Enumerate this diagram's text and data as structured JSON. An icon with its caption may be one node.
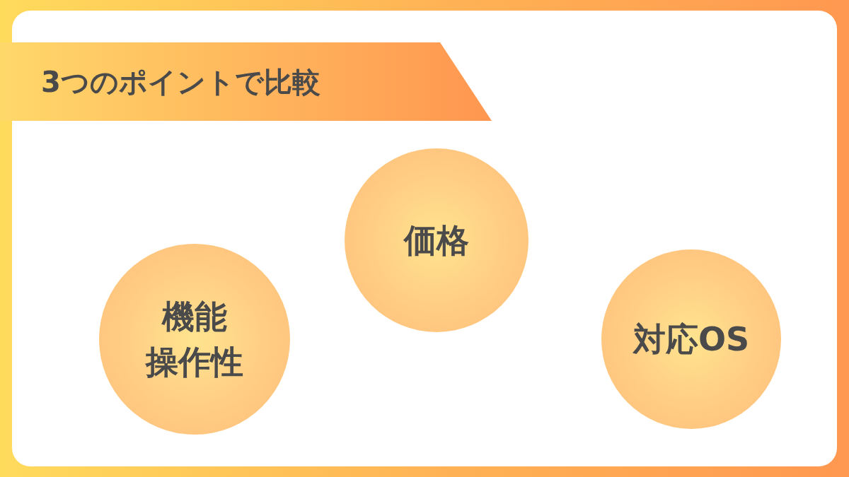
{
  "diagram": {
    "title": "3つのポイントで比較",
    "nodes": [
      {
        "text": [
          "価格"
        ]
      },
      {
        "text": [
          "機能",
          "操作性"
        ]
      },
      {
        "text": [
          "対応OS"
        ]
      }
    ]
  }
}
